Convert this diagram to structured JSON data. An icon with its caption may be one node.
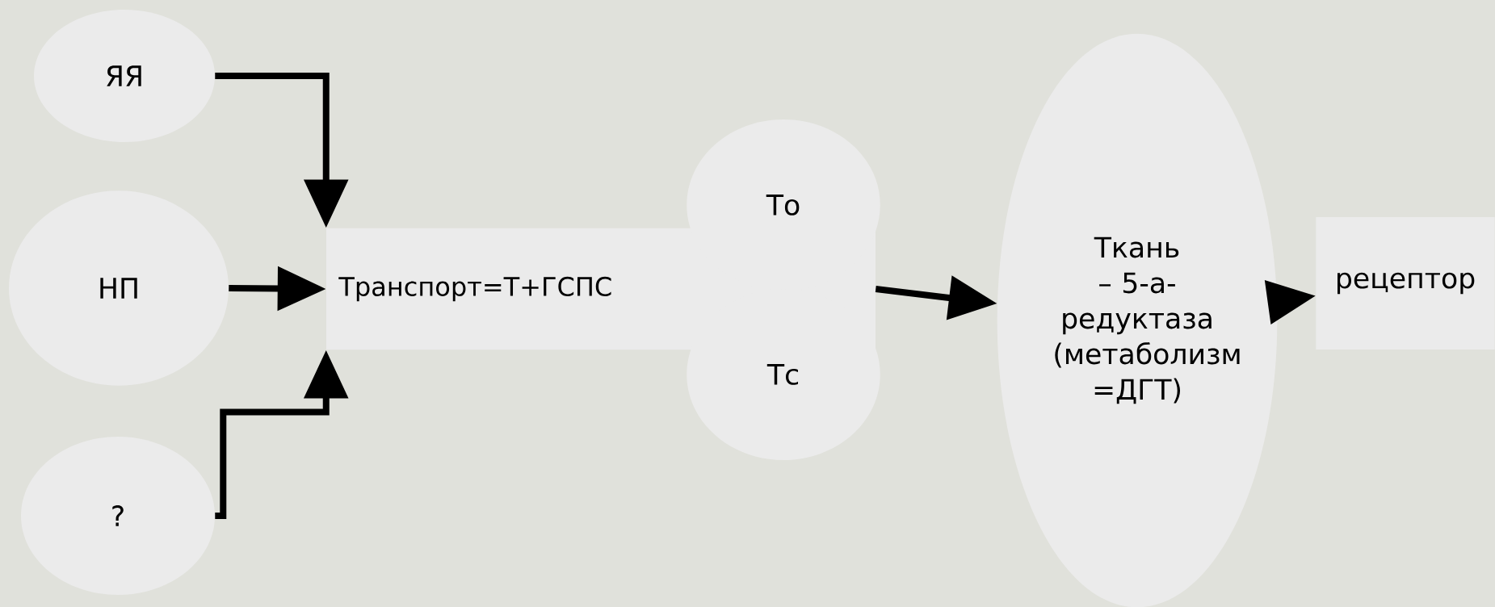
{
  "diagram": {
    "nodes": [
      {
        "text": [
          "ЯЯ"
        ]
      },
      {
        "text": [
          "НП"
        ]
      },
      {
        "text": [
          "?"
        ]
      },
      {
        "text": [
          "Транспорт=Т+ГСПС"
        ]
      },
      {
        "text": [
          "То"
        ]
      },
      {
        "text": [
          "Тс"
        ]
      },
      {
        "text": [
          "Ткань – 5-а-редуктаза (метаболизм =ДГТ)"
        ]
      },
      {
        "text": [
          "рецептор"
        ]
      }
    ],
    "edges": [
      {
        "from": 0,
        "to": 3,
        "arrow": "to"
      },
      {
        "from": 1,
        "to": 3,
        "arrow": "to"
      },
      {
        "from": 2,
        "to": 3,
        "arrow": "to"
      },
      {
        "from": 3,
        "to": 6,
        "arrow": "to"
      },
      {
        "from": 6,
        "to": 7,
        "arrow": "to"
      }
    ]
  }
}
